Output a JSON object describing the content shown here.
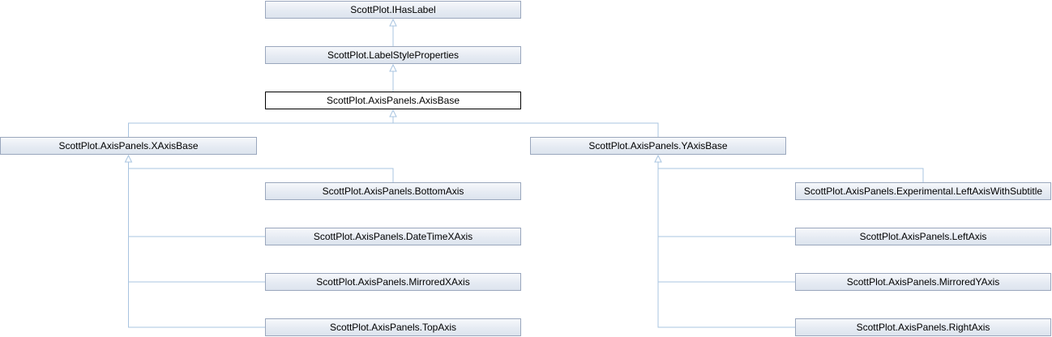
{
  "nodes": [
    {
      "id": "ihaslabel",
      "label": "ScottPlot.IHasLabel"
    },
    {
      "id": "labelstyle",
      "label": "ScottPlot.LabelStyleProperties"
    },
    {
      "id": "axisbase",
      "label": "ScottPlot.AxisPanels.AxisBase",
      "current": true
    },
    {
      "id": "xaxisbase",
      "label": "ScottPlot.AxisPanels.XAxisBase"
    },
    {
      "id": "yaxisbase",
      "label": "ScottPlot.AxisPanels.YAxisBase"
    },
    {
      "id": "bottomaxis",
      "label": "ScottPlot.AxisPanels.BottomAxis"
    },
    {
      "id": "datetimexaxis",
      "label": "ScottPlot.AxisPanels.DateTimeXAxis"
    },
    {
      "id": "mirroredxaxis",
      "label": "ScottPlot.AxisPanels.MirroredXAxis"
    },
    {
      "id": "topaxis",
      "label": "ScottPlot.AxisPanels.TopAxis"
    },
    {
      "id": "leftaxiswithsubtitle",
      "label": "ScottPlot.AxisPanels.Experimental.LeftAxisWithSubtitle"
    },
    {
      "id": "leftaxis",
      "label": "ScottPlot.AxisPanels.LeftAxis"
    },
    {
      "id": "mirroredyaxis",
      "label": "ScottPlot.AxisPanels.MirroredYAxis"
    },
    {
      "id": "rightaxis",
      "label": "ScottPlot.AxisPanels.RightAxis"
    }
  ],
  "edges": [
    {
      "from": "labelstyle",
      "to": "ihaslabel"
    },
    {
      "from": "axisbase",
      "to": "labelstyle"
    },
    {
      "from": "xaxisbase",
      "to": "axisbase"
    },
    {
      "from": "yaxisbase",
      "to": "axisbase"
    },
    {
      "from": "bottomaxis",
      "to": "xaxisbase"
    },
    {
      "from": "datetimexaxis",
      "to": "xaxisbase"
    },
    {
      "from": "mirroredxaxis",
      "to": "xaxisbase"
    },
    {
      "from": "topaxis",
      "to": "xaxisbase"
    },
    {
      "from": "leftaxiswithsubtitle",
      "to": "yaxisbase"
    },
    {
      "from": "leftaxis",
      "to": "yaxisbase"
    },
    {
      "from": "mirroredyaxis",
      "to": "yaxisbase"
    },
    {
      "from": "rightaxis",
      "to": "yaxisbase"
    }
  ],
  "colors": {
    "edge": "#a8c4e0",
    "node_border": "#9aa7bd",
    "current_border": "#000000"
  }
}
